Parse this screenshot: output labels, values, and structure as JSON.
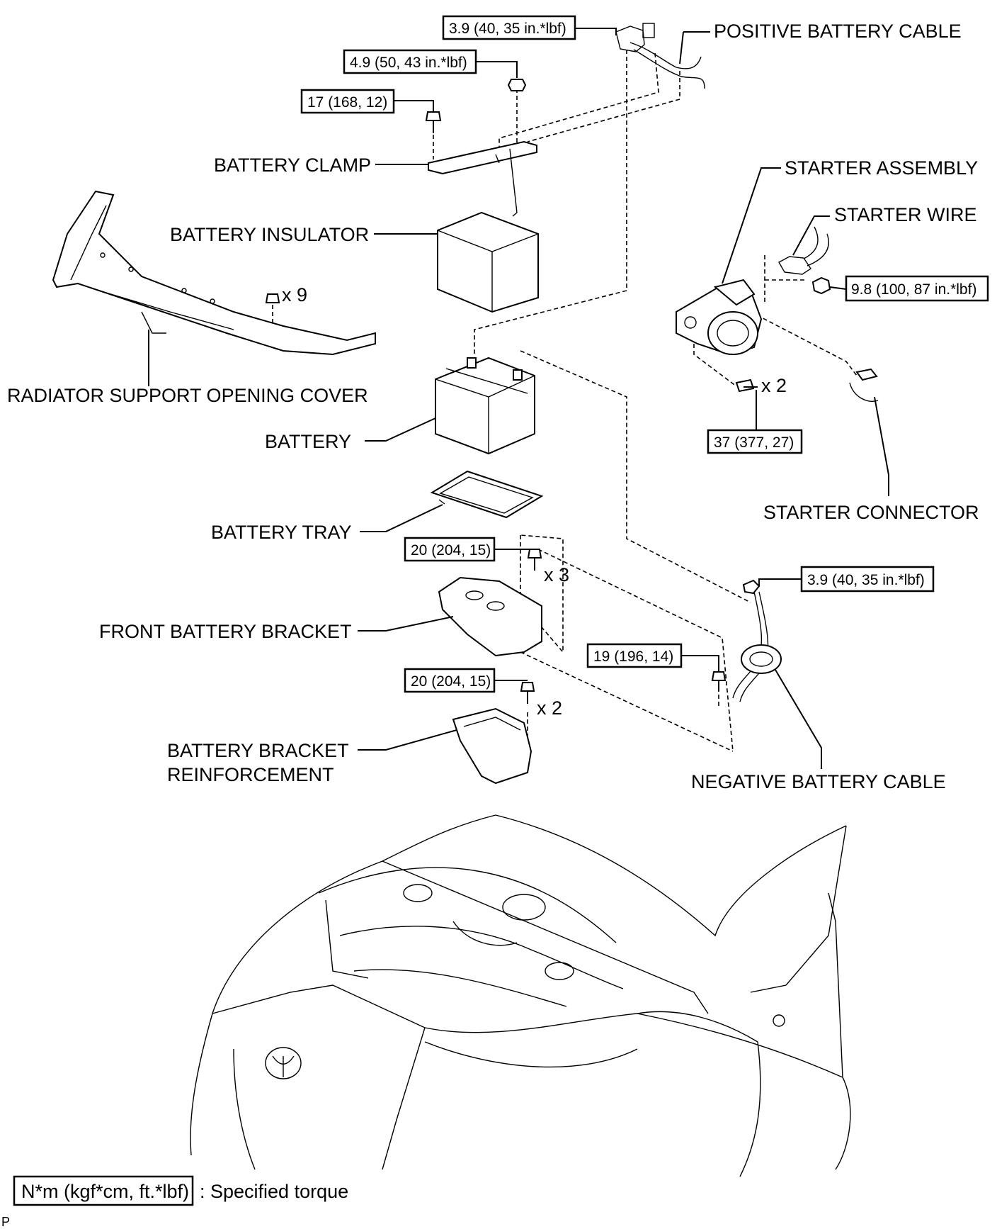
{
  "labels": {
    "positive_battery_cable": "POSITIVE BATTERY CABLE",
    "battery_clamp": "BATTERY CLAMP",
    "battery_insulator": "BATTERY INSULATOR",
    "radiator_support_opening_cover": "RADIATOR SUPPORT OPENING COVER",
    "battery": "BATTERY",
    "battery_tray": "BATTERY TRAY",
    "front_battery_bracket": "FRONT BATTERY BRACKET",
    "battery_bracket_reinforcement_1": "BATTERY BRACKET",
    "battery_bracket_reinforcement_2": "REINFORCEMENT",
    "starter_assembly": "STARTER ASSEMBLY",
    "starter_wire": "STARTER WIRE",
    "starter_connector": "STARTER CONNECTOR",
    "negative_battery_cable": "NEGATIVE BATTERY CABLE"
  },
  "torques": {
    "pos_cable_terminal": "3.9 (40, 35 in.*lbf)",
    "clamp_nut": "4.9 (50, 43 in.*lbf)",
    "clamp_bolt": "17 (168, 12)",
    "starter_wire_nut": "9.8 (100, 87 in.*lbf)",
    "starter_bolts": "37 (377, 27)",
    "front_bracket_bolts": "20 (204, 15)",
    "neg_cable_terminal": "3.9 (40, 35 in.*lbf)",
    "neg_cable_bolt": "19 (196, 14)",
    "reinforcement_bolts": "20 (204, 15)"
  },
  "quantities": {
    "cover_clips": "x 9",
    "starter_bolts": "x 2",
    "front_bracket_bolts": "x 3",
    "reinforcement_bolts": "x 2"
  },
  "legend": {
    "unit_box": "N*m (kgf*cm, ft.*lbf)",
    "description": ": Specified torque"
  },
  "corner_mark": "P"
}
